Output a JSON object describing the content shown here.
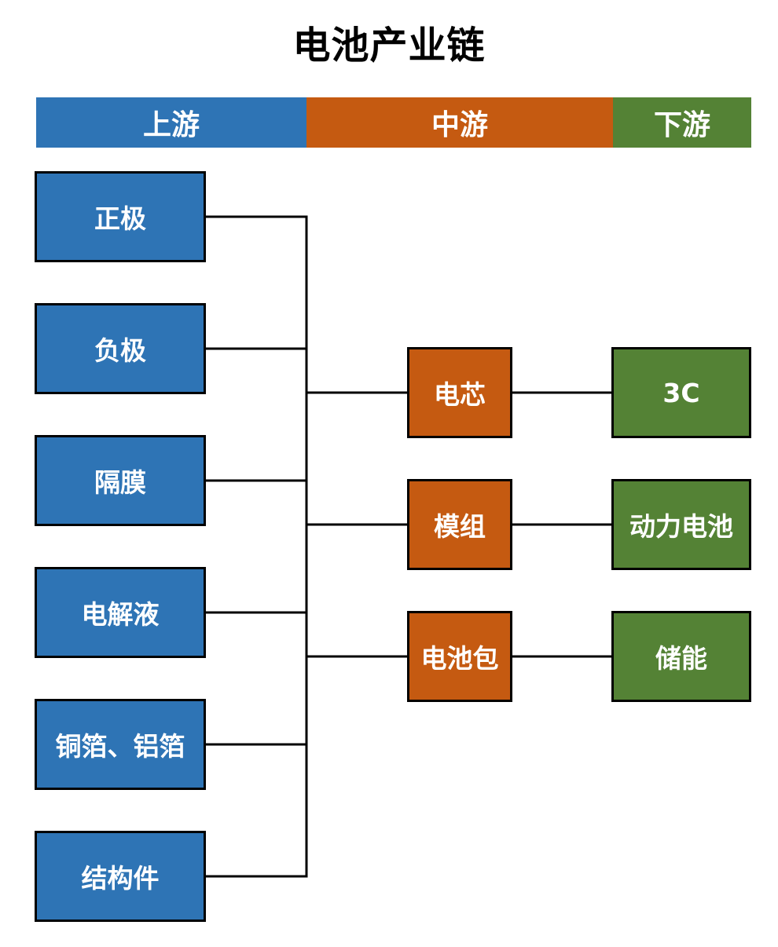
{
  "title": "电池产业链",
  "colors": {
    "upstream": "#2E74B5",
    "midstream": "#C55A11",
    "downstream": "#548235",
    "line": "#000000"
  },
  "stages": {
    "upstream": "上游",
    "midstream": "中游",
    "downstream": "下游"
  },
  "upstream": [
    "正极",
    "负极",
    "隔膜",
    "电解液",
    "铜箔、铝箔",
    "结构件"
  ],
  "midstream": [
    "电芯",
    "模组",
    "电池包"
  ],
  "downstream": [
    "3C",
    "动力电池",
    "储能"
  ]
}
